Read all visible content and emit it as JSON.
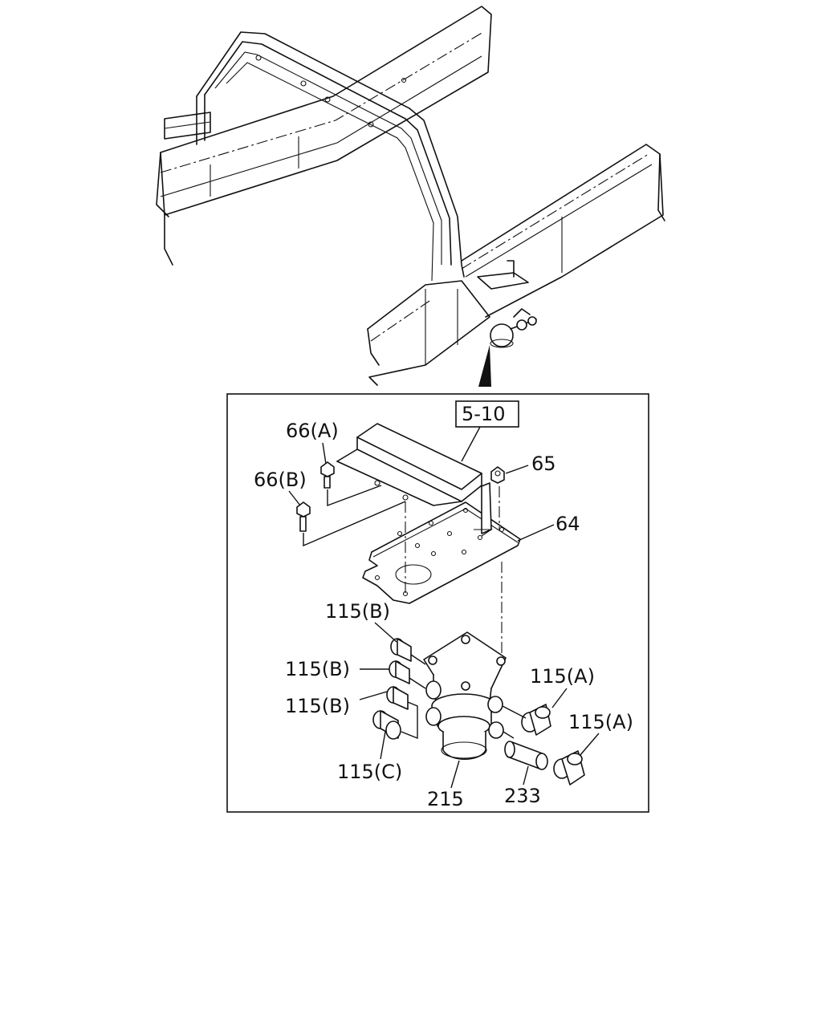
{
  "callouts": {
    "ref_5_10": "5-10",
    "p66a": "66(A)",
    "p66b": "66(B)",
    "p65": "65",
    "p64": "64",
    "p115b_1": "115(B)",
    "p115b_2": "115(B)",
    "p115b_3": "115(B)",
    "p115a_1": "115(A)",
    "p115a_2": "115(A)",
    "p115c": "115(C)",
    "p215": "215",
    "p233": "233"
  }
}
